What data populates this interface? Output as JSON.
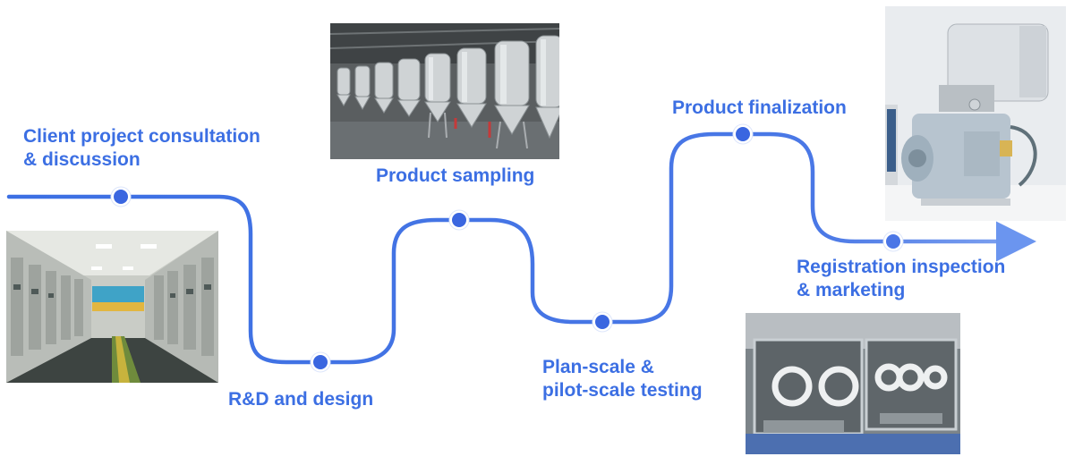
{
  "diagram": {
    "steps": [
      {
        "lines": [
          "Client project consultation",
          "& discussion"
        ]
      },
      {
        "lines": [
          "R&D and design"
        ]
      },
      {
        "lines": [
          "Product sampling"
        ]
      },
      {
        "lines": [
          "Plan-scale &",
          "pilot-scale testing"
        ]
      },
      {
        "lines": [
          "Product finalization"
        ]
      },
      {
        "lines": [
          "Registration inspection",
          "& marketing"
        ]
      }
    ],
    "colors": {
      "accent": "#3c6fe3",
      "dot": "#3a66e0",
      "dot_ring": "#ffffff"
    }
  },
  "photos": [
    {
      "name": "electrical-control-room-photo",
      "subject": "switchgear cabinets aisle"
    },
    {
      "name": "fermentation-tanks-photo",
      "subject": "stainless steel conical tanks"
    },
    {
      "name": "electron-microscope-photo",
      "subject": "laboratory instrument"
    },
    {
      "name": "isolator-glovebox-photo",
      "subject": "glovebox with round ports"
    }
  ]
}
